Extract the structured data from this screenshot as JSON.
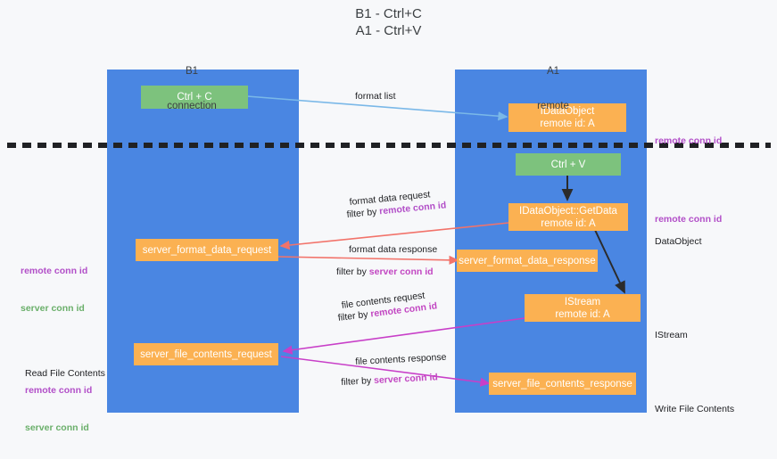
{
  "title": "B1 - Ctrl+C\nA1 - Ctrl+V",
  "columns": [
    {
      "name": "B1",
      "sub": "connection"
    },
    {
      "name": "A1",
      "sub": "remote"
    }
  ],
  "nodes": {
    "ctrl_c": "Ctrl + C",
    "idataobject": "IDataObject\nremote id: A",
    "ctrl_v": "Ctrl + V",
    "getdata": "IDataObject::GetData\nremote id: A",
    "server_format_data_request": "server_format_data_request",
    "server_format_data_response": "server_format_data_response",
    "istream": "IStream\nremote id: A",
    "server_file_contents_request": "server_file_contents_request",
    "server_file_contents_response": "server_file_contents_response"
  },
  "edges": {
    "format_list": "format list",
    "format_data_request": "format data request",
    "format_data_request_filter_prefix": "filter by ",
    "format_data_request_filter_key": "remote conn id",
    "format_data_response": "format data response",
    "format_data_response_filter_prefix": "filter by ",
    "format_data_response_filter_key": "server conn id",
    "file_contents_request": "file contents request",
    "file_contents_request_filter_prefix": "filter by ",
    "file_contents_request_filter_key": "remote conn id",
    "file_contents_response": "file contents response",
    "file_contents_response_filter_prefix": "filter by ",
    "file_contents_response_filter_key": "server conn id"
  },
  "annotations": {
    "right_remote_conn_id_top": "remote conn id",
    "right_remote_conn_id_mid": "remote conn id",
    "right_dataobject": "DataObject",
    "right_istream": "IStream",
    "right_write_file_contents": "Write File Contents",
    "left_remote_conn_id": "remote conn id",
    "left_server_conn_id": "server conn id",
    "left_read_file_contents": "Read File Contents",
    "left_remote_conn_id_2": "remote conn id",
    "left_server_conn_id_2": "server conn id"
  },
  "colors": {
    "lane": "#4a86e2",
    "green_node": "#7dc27d",
    "orange_node": "#fbb152",
    "blue_arrow": "#7ab8e8",
    "red_arrow": "#f2736a",
    "magenta_arrow": "#c83fc8",
    "purple_text": "#b24fc8",
    "green_text": "#6aaf6a",
    "divider": "#202124",
    "background": "#f7f8fa"
  }
}
